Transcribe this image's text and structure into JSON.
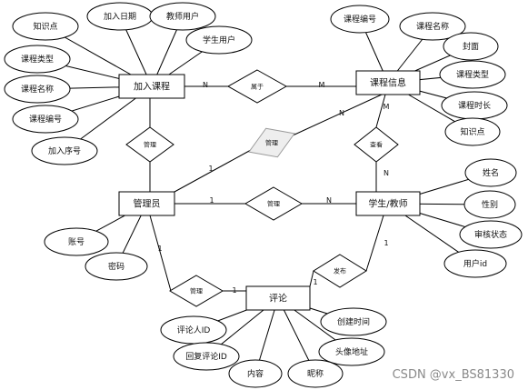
{
  "entities": [
    {
      "id": "addcourse",
      "label": "加入课程"
    },
    {
      "id": "courseinfo",
      "label": "课程信息"
    },
    {
      "id": "admin",
      "label": "管理员"
    },
    {
      "id": "user",
      "label": "学生/教师"
    },
    {
      "id": "comment",
      "label": "评论"
    }
  ],
  "relationships": [
    {
      "id": "belongs",
      "label": "属于",
      "faded": false
    },
    {
      "id": "mng_add",
      "label": "管理",
      "faded": false
    },
    {
      "id": "mng_course",
      "label": "管理",
      "faded": true
    },
    {
      "id": "view",
      "label": "查看",
      "faded": false
    },
    {
      "id": "mng_user",
      "label": "管理",
      "faded": false
    },
    {
      "id": "mng_comment",
      "label": "管理",
      "faded": false
    },
    {
      "id": "publish",
      "label": "发布",
      "faded": false
    }
  ],
  "attributes": [
    {
      "id": "a_kp1",
      "label": "知识点"
    },
    {
      "id": "a_date",
      "label": "加入日期"
    },
    {
      "id": "a_teacher",
      "label": "教师用户"
    },
    {
      "id": "a_student",
      "label": "学生用户"
    },
    {
      "id": "a_type1",
      "label": "课程类型"
    },
    {
      "id": "a_name1",
      "label": "课程名称"
    },
    {
      "id": "a_no1",
      "label": "课程编号"
    },
    {
      "id": "a_seq",
      "label": "加入序号"
    },
    {
      "id": "a_no2",
      "label": "课程编号"
    },
    {
      "id": "a_name2",
      "label": "课程名称"
    },
    {
      "id": "a_cover",
      "label": "封面"
    },
    {
      "id": "a_type2",
      "label": "课程类型"
    },
    {
      "id": "a_dur",
      "label": "课程时长"
    },
    {
      "id": "a_kp2",
      "label": "知识点"
    },
    {
      "id": "a_acct",
      "label": "账号"
    },
    {
      "id": "a_pwd",
      "label": "密码"
    },
    {
      "id": "a_uname",
      "label": "姓名"
    },
    {
      "id": "a_gender",
      "label": "性别"
    },
    {
      "id": "a_audit",
      "label": "审核状态"
    },
    {
      "id": "a_uid",
      "label": "用户id"
    },
    {
      "id": "a_cid",
      "label": "评论人ID"
    },
    {
      "id": "a_reply",
      "label": "回复评论ID"
    },
    {
      "id": "a_content",
      "label": "内容"
    },
    {
      "id": "a_nick",
      "label": "昵称"
    },
    {
      "id": "a_avatar",
      "label": "头像地址"
    },
    {
      "id": "a_created",
      "label": "创建时间"
    }
  ],
  "cardinalities": [
    {
      "id": "c1",
      "label": "N"
    },
    {
      "id": "c2",
      "label": "M"
    },
    {
      "id": "c3",
      "label": "N"
    },
    {
      "id": "c4",
      "label": "1"
    },
    {
      "id": "c5",
      "label": "M"
    },
    {
      "id": "c6",
      "label": "N"
    },
    {
      "id": "c7",
      "label": "1"
    },
    {
      "id": "c8",
      "label": "N"
    },
    {
      "id": "c9",
      "label": "1"
    },
    {
      "id": "c10",
      "label": "1"
    },
    {
      "id": "c11",
      "label": "1"
    },
    {
      "id": "c12",
      "label": "1"
    }
  ],
  "watermark": "CSDN @vx_BS81330"
}
